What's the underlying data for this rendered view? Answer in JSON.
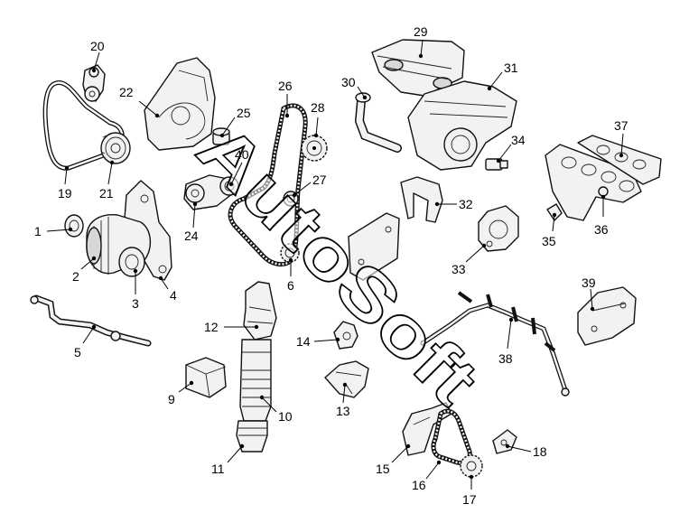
{
  "watermark": "AutoSoft",
  "callouts": [
    {
      "id": "c1",
      "label": "1"
    },
    {
      "id": "c2",
      "label": "2"
    },
    {
      "id": "c3",
      "label": "3"
    },
    {
      "id": "c4",
      "label": "4"
    },
    {
      "id": "c5",
      "label": "5"
    },
    {
      "id": "c6",
      "label": "6"
    },
    {
      "id": "c9",
      "label": "9"
    },
    {
      "id": "c10",
      "label": "10"
    },
    {
      "id": "c11",
      "label": "11"
    },
    {
      "id": "c12",
      "label": "12"
    },
    {
      "id": "c13",
      "label": "13"
    },
    {
      "id": "c14",
      "label": "14"
    },
    {
      "id": "c15",
      "label": "15"
    },
    {
      "id": "c16",
      "label": "16"
    },
    {
      "id": "c17",
      "label": "17"
    },
    {
      "id": "c18",
      "label": "18"
    },
    {
      "id": "c19",
      "label": "19"
    },
    {
      "id": "c20",
      "label": "20"
    },
    {
      "id": "c21",
      "label": "21"
    },
    {
      "id": "c22",
      "label": "22"
    },
    {
      "id": "c24",
      "label": "24"
    },
    {
      "id": "c25",
      "label": "25"
    },
    {
      "id": "c26",
      "label": "26"
    },
    {
      "id": "c27",
      "label": "27"
    },
    {
      "id": "c28",
      "label": "28"
    },
    {
      "id": "c29",
      "label": "29"
    },
    {
      "id": "c30",
      "label": "30"
    },
    {
      "id": "c31",
      "label": "31"
    },
    {
      "id": "c32",
      "label": "32"
    },
    {
      "id": "c33",
      "label": "33"
    },
    {
      "id": "c34",
      "label": "34"
    },
    {
      "id": "c35",
      "label": "35"
    },
    {
      "id": "c36",
      "label": "36"
    },
    {
      "id": "c37",
      "label": "37"
    },
    {
      "id": "c38",
      "label": "38"
    },
    {
      "id": "c39",
      "label": "39"
    },
    {
      "id": "c40",
      "label": "40"
    }
  ]
}
